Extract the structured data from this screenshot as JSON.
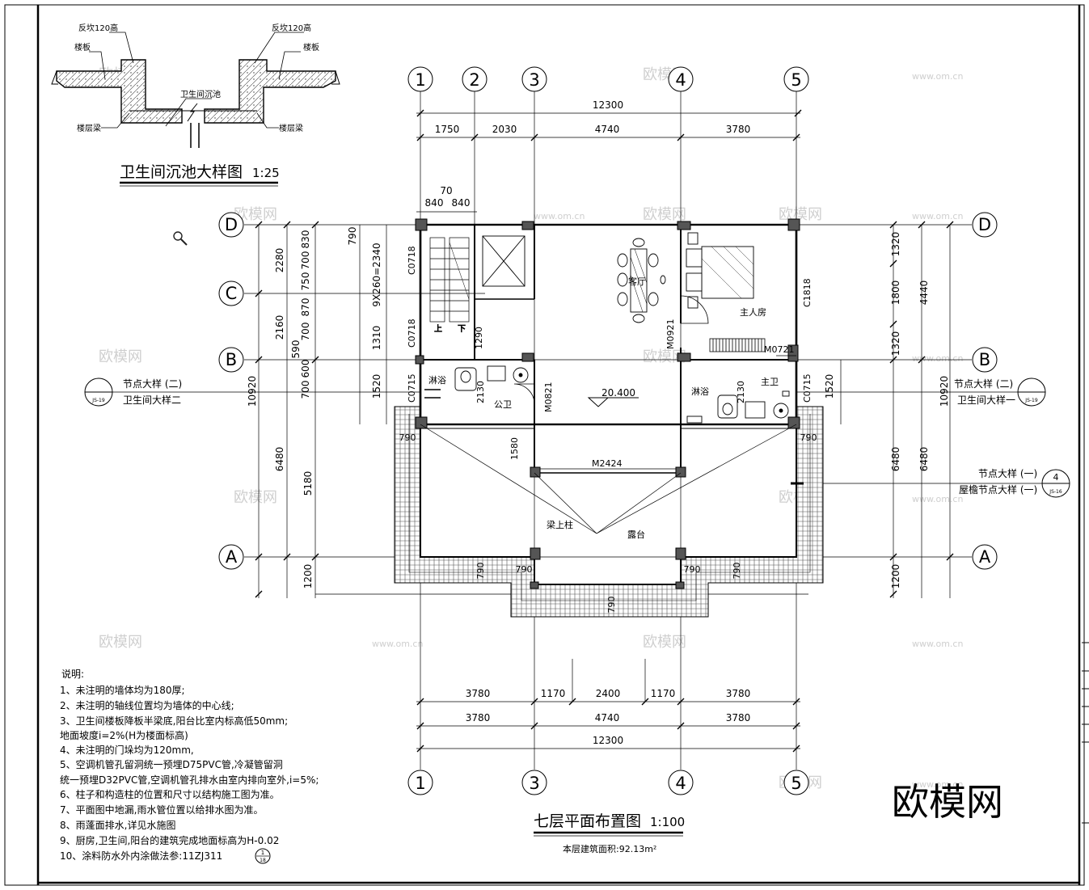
{
  "detail": {
    "title": "卫生间沉池大样图",
    "scale": "1:25",
    "labels": {
      "upturn_left": "反坎120高",
      "upturn_right": "反坎120高",
      "slab_left": "楼板",
      "slab_right": "楼板",
      "pit": "卫生间沉池",
      "beam_left": "楼层梁",
      "beam_right": "楼层梁"
    }
  },
  "plan": {
    "title": "七层平面布置图",
    "scale": "1:100",
    "area": "本层建筑面积:92.13m²",
    "level": "20.400"
  },
  "axes": {
    "columns": [
      "1",
      "2",
      "3",
      "4",
      "5"
    ],
    "rows": [
      "A",
      "B",
      "C",
      "D"
    ]
  },
  "dims": {
    "top_total": "12300",
    "top_parts": [
      "1750",
      "2030",
      "4740",
      "3780"
    ],
    "bottom_row1": [
      "3780",
      "1170",
      "2400",
      "1170",
      "3780"
    ],
    "bottom_row2": [
      "3780",
      "4740",
      "3780"
    ],
    "bottom_total": "12300",
    "stair_w1": "840",
    "stair_w2": "840",
    "stair_gap": "70",
    "left_col1": [
      "2280",
      "2160",
      "6480",
      "1200"
    ],
    "left_total": "10920",
    "left_col2": [
      "5180"
    ],
    "left_col3": [
      "790",
      "830",
      "700",
      "750",
      "870",
      "700",
      "590",
      "600",
      "700"
    ],
    "left_col4": [
      "9X260=2340",
      "1310",
      "1520"
    ],
    "right_col1": [
      "1320",
      "1800",
      "1320",
      "1520",
      "6480",
      "1200"
    ],
    "right_sum": "4440",
    "right_total": "10920",
    "right_6480": "6480",
    "balc": [
      "790",
      "790",
      "790",
      "790",
      "790",
      "790",
      "790"
    ],
    "misc": [
      "1290",
      "2130",
      "2130",
      "1580"
    ]
  },
  "rooms": {
    "stair_up": "上",
    "stair_down": "下",
    "living": "客厅",
    "master": "主人房",
    "shower_left": "淋浴",
    "shower_right": "淋浴",
    "public_wc": "公卫",
    "master_wc": "主卫",
    "terrace": "露台",
    "beam_column": "梁上柱"
  },
  "doors": {
    "M0921": "M0921",
    "M0821": "M0821",
    "M0721": "M0721",
    "M2424": "M2424",
    "C0718a": "C0718",
    "C0718b": "C0718",
    "C0715a": "C0715",
    "C0715b": "C0715",
    "C1818": "C1818"
  },
  "callouts": {
    "left_title": "节点大样 (二)",
    "left_sub": "卫生间大样二",
    "left_sheet": "JS-19",
    "right_title": "节点大样 (二)",
    "right_sub": "卫生间大样一",
    "right_sheet": "JS-19",
    "right2_title": "节点大样 (一)",
    "right2_sub": "屋檐节点大样 (一)",
    "right2_num": "4",
    "right2_sheet": "JS-16"
  },
  "notes": {
    "heading": "说明:",
    "lines": [
      "1、未注明的墙体均为180厚;",
      "2、未注明的轴线位置均为墙体的中心线;",
      "3、卫生间楼板降板半梁底,阳台比室内标高低50mm;",
      "   地面坡度i=2%(H为楼面标高)",
      "4、未注明的门垛均为120mm,",
      "5、空调机管孔留洞统一预埋D75PVC管,冷凝管留洞",
      "   统一预埋D32PVC管,空调机管孔排水由室内排向室外,i=5%;",
      "6、柱子和构造柱的位置和尺寸以结构施工图为准。",
      "7、平面图中地漏,雨水管位置以给排水图为准。",
      "8、雨蓬面排水,详见水施图",
      "9、厨房,卫生间,阳台的建筑完成地面标高为H-0.02",
      "10、涂料防水外内涂做法参:11ZJ311"
    ],
    "ref_num": "1",
    "ref_sheet": "18"
  },
  "watermark": {
    "brand": "欧模网",
    "url": "www.om.cn"
  }
}
